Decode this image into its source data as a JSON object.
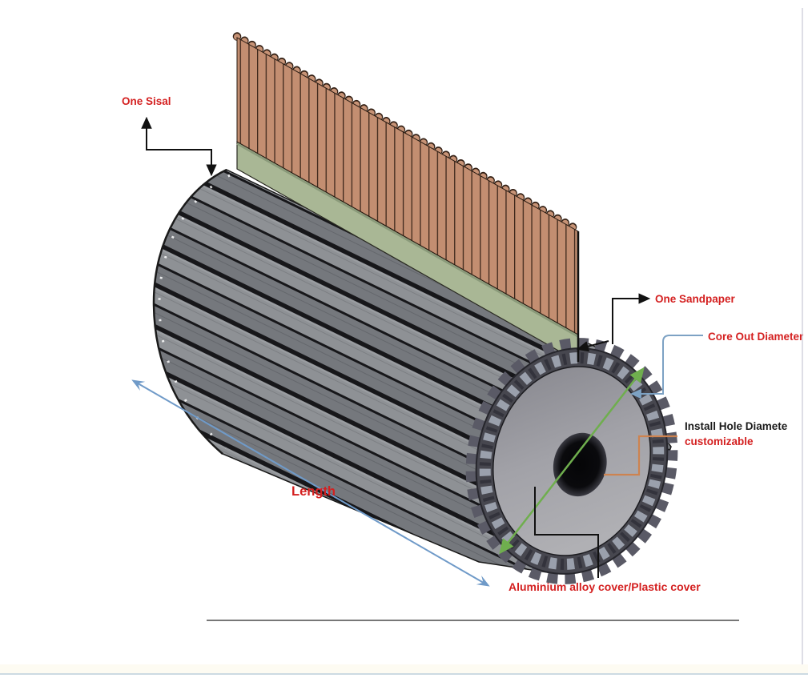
{
  "page": {
    "background": "#ffffff",
    "right_border_color": "#c9c9d6",
    "bottom_strip_color": "#fdfbf2",
    "bottom_line_color": "#ccdae2",
    "divider_color": "#4a4a4a"
  },
  "diagram": {
    "type": "product-annotation-diagram",
    "subject": "Sisal and sandpaper flap polishing roller with aluminium alloy core",
    "labels": {
      "one_sisal": "One Sisal",
      "one_sandpaper": "One Sandpaper",
      "core_out_diameter": "Core Out Diameter",
      "install_hole_diameter": "Install Hole Diamete",
      "customizable": "customizable",
      "length": "Length",
      "aluminium_cover": "Aluminium alloy cover/Plastic cover"
    },
    "colors": {
      "label_red": "#d42020",
      "label_black": "#1a1a1a",
      "annotation_black": "#111111",
      "core_out_blue": "#7da2c4",
      "length_arrow_blue": "#6f9ac8",
      "diameter_line_green": "#6fae4e",
      "install_hole_orange": "#cd8350",
      "sisal_tan": "#c38e71",
      "sisal_line_brown": "#3e281c",
      "sandpaper_backing_green": "#a9b795",
      "flap_gray_light": "#8e9195",
      "flap_gray_dark": "#75787d",
      "end_ring_gray": "#47474f",
      "end_face_gray": "#a6a6ab",
      "install_hole_black": "#0a0a0d"
    }
  }
}
